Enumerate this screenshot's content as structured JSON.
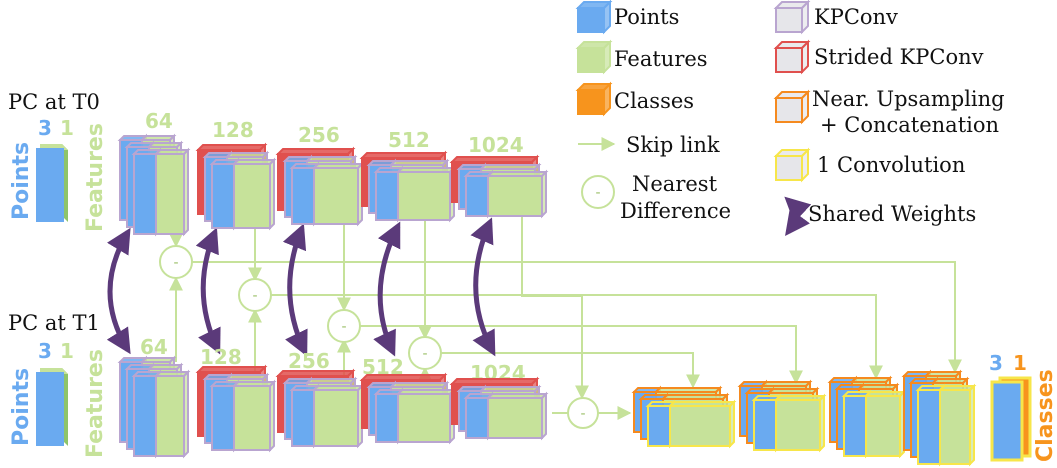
{
  "diagram": {
    "inputs": [
      {
        "title": "PC at T0",
        "points_dim": "3",
        "features_dim": "1",
        "points_label": "Points",
        "features_label": "Features"
      },
      {
        "title": "PC at T1",
        "points_dim": "3",
        "features_dim": "1",
        "points_label": "Points",
        "features_label": "Features"
      }
    ],
    "encoder_channels": [
      "64",
      "128",
      "256",
      "512",
      "1024"
    ],
    "output": {
      "points_dim": "3",
      "classes_dim": "1",
      "classes_label": "Classes"
    },
    "diff_symbol": "-"
  },
  "legend": {
    "points": "Points",
    "features": "Features",
    "classes": "Classes",
    "skip_link": "Skip link",
    "nearest_difference_1": "Nearest",
    "nearest_difference_2": "Difference",
    "kpconv": "KPConv",
    "strided_kpconv": "Strided KPConv",
    "upsampling_1": "Near. Upsampling",
    "upsampling_2": "+ Concatenation",
    "convolution": "1 Convolution",
    "shared_weights": "Shared Weights"
  },
  "colors": {
    "points": "#6aaaf0",
    "features": "#c6e29a",
    "classes": "#f7941d",
    "kpconv_border": "#b9a5d0",
    "strided_border": "#e0504e",
    "upsampling_border": "#f58a1f",
    "conv_border": "#f7e64a",
    "shared_weights": "#5b3a7a",
    "skip_link": "#c6e29a"
  }
}
